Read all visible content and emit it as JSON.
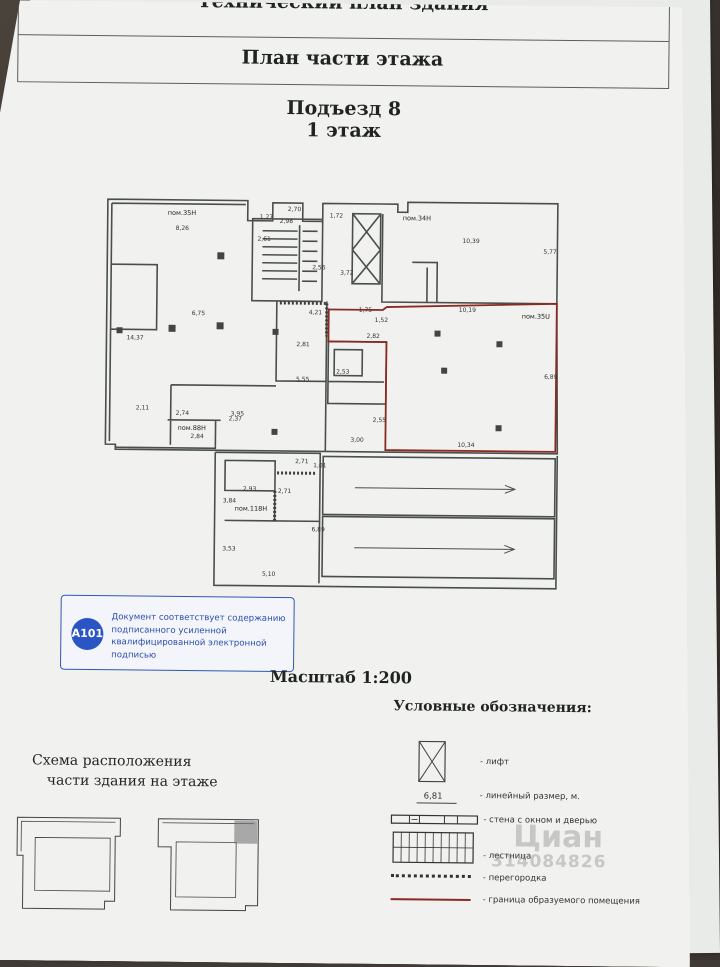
{
  "header": {
    "title_partial": "Технический план здания",
    "subtitle": "План части этажа",
    "entrance": "Подъезд 8",
    "floor": "1 этаж"
  },
  "rooms": {
    "r35n": "пом.35Н",
    "r34n": "пом.34Н",
    "r35u": "пом.35U",
    "r88n": "пом.88Н",
    "r118n": "пом.118Н"
  },
  "dims": [
    "8,26",
    "6,75",
    "14,37",
    "2,11",
    "2,74",
    "2,84",
    "2,37",
    "2,61",
    "2,56",
    "1,27",
    "2,70",
    "2,98",
    "1,72",
    "3,72",
    "10,39",
    "5,77",
    "10,19",
    "4,21",
    "2,81",
    "5,55",
    "1,52",
    "1,75",
    "2,53",
    "2,82",
    "6,89",
    "2,55",
    "3,00",
    "10,34",
    "3,95",
    "2,71",
    "2,71",
    "2,93",
    "6,89",
    "3,53",
    "5,10",
    "1,01",
    "3,84"
  ],
  "stamp": {
    "badge": "А101",
    "text": "Документ соответствует содержанию подписанного усиленной квалифицированной электронной подписью"
  },
  "scale": "Масштаб 1:200",
  "legend": {
    "title": "Условные обозначения:",
    "sample_dim": "6,81",
    "items": {
      "lift": "- лифт",
      "dim": "- линейный размер, м.",
      "wall": "- стена с окном и дверью",
      "stairs": "- лестница",
      "partition": "- перегородка",
      "boundary": "- граница образуемого помещения"
    }
  },
  "scheme_title": {
    "line1": "Схема расположения",
    "line2": "части здания на этаже"
  },
  "watermark": {
    "brand": "Циан",
    "number": "314084826"
  },
  "colors": {
    "stamp_blue": "#2f57b7",
    "boundary_red": "#8b2a22",
    "line": "#4a4f4c"
  }
}
